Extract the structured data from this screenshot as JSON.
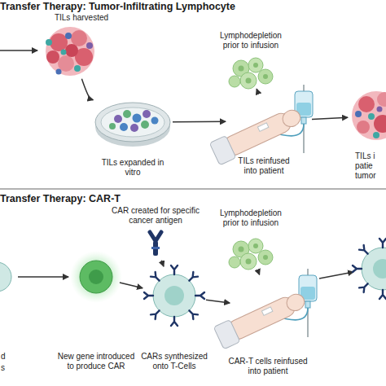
{
  "diagram": {
    "nodes": [
      {
        "text": [
          "TILs harvested"
        ]
      },
      {
        "text": [
          "TILs expanded in vitro"
        ]
      },
      {
        "text": [
          "Lymphodepletion prior to infusion"
        ]
      },
      {
        "text": [
          "TILs reinfused into patient"
        ]
      },
      {
        "text": [
          "TILs i patie tumor"
        ]
      },
      {
        "text": [
          "New gene introduced to produce CAR"
        ]
      },
      {
        "text": [
          "CAR created for specific cancer antigen"
        ]
      },
      {
        "text": [
          "CARs synthesized onto T-Cells"
        ]
      },
      {
        "text": [
          "Lymphodepletion prior to infusion"
        ]
      },
      {
        "text": [
          "CAR-T cells reinfused into patient"
        ]
      }
    ],
    "edges": [
      {
        "from": 0,
        "to": 1,
        "arrow": "to"
      },
      {
        "from": 1,
        "to": 3,
        "arrow": "to"
      },
      {
        "from": 2,
        "to": 3,
        "arrow": "to"
      },
      {
        "from": 3,
        "to": 4,
        "arrow": "to"
      },
      {
        "from": 5,
        "to": 7,
        "arrow": "to"
      },
      {
        "from": 6,
        "to": 7,
        "arrow": "to"
      },
      {
        "from": 7,
        "to": 9,
        "arrow": "to"
      },
      {
        "from": 8,
        "to": 9,
        "arrow": "to"
      }
    ],
    "labels": [
      "Transfer Therapy: Tumor-Infiltrating Lymphocyte",
      "Transfer Therapy: CAR-T",
      "d",
      "s"
    ]
  }
}
